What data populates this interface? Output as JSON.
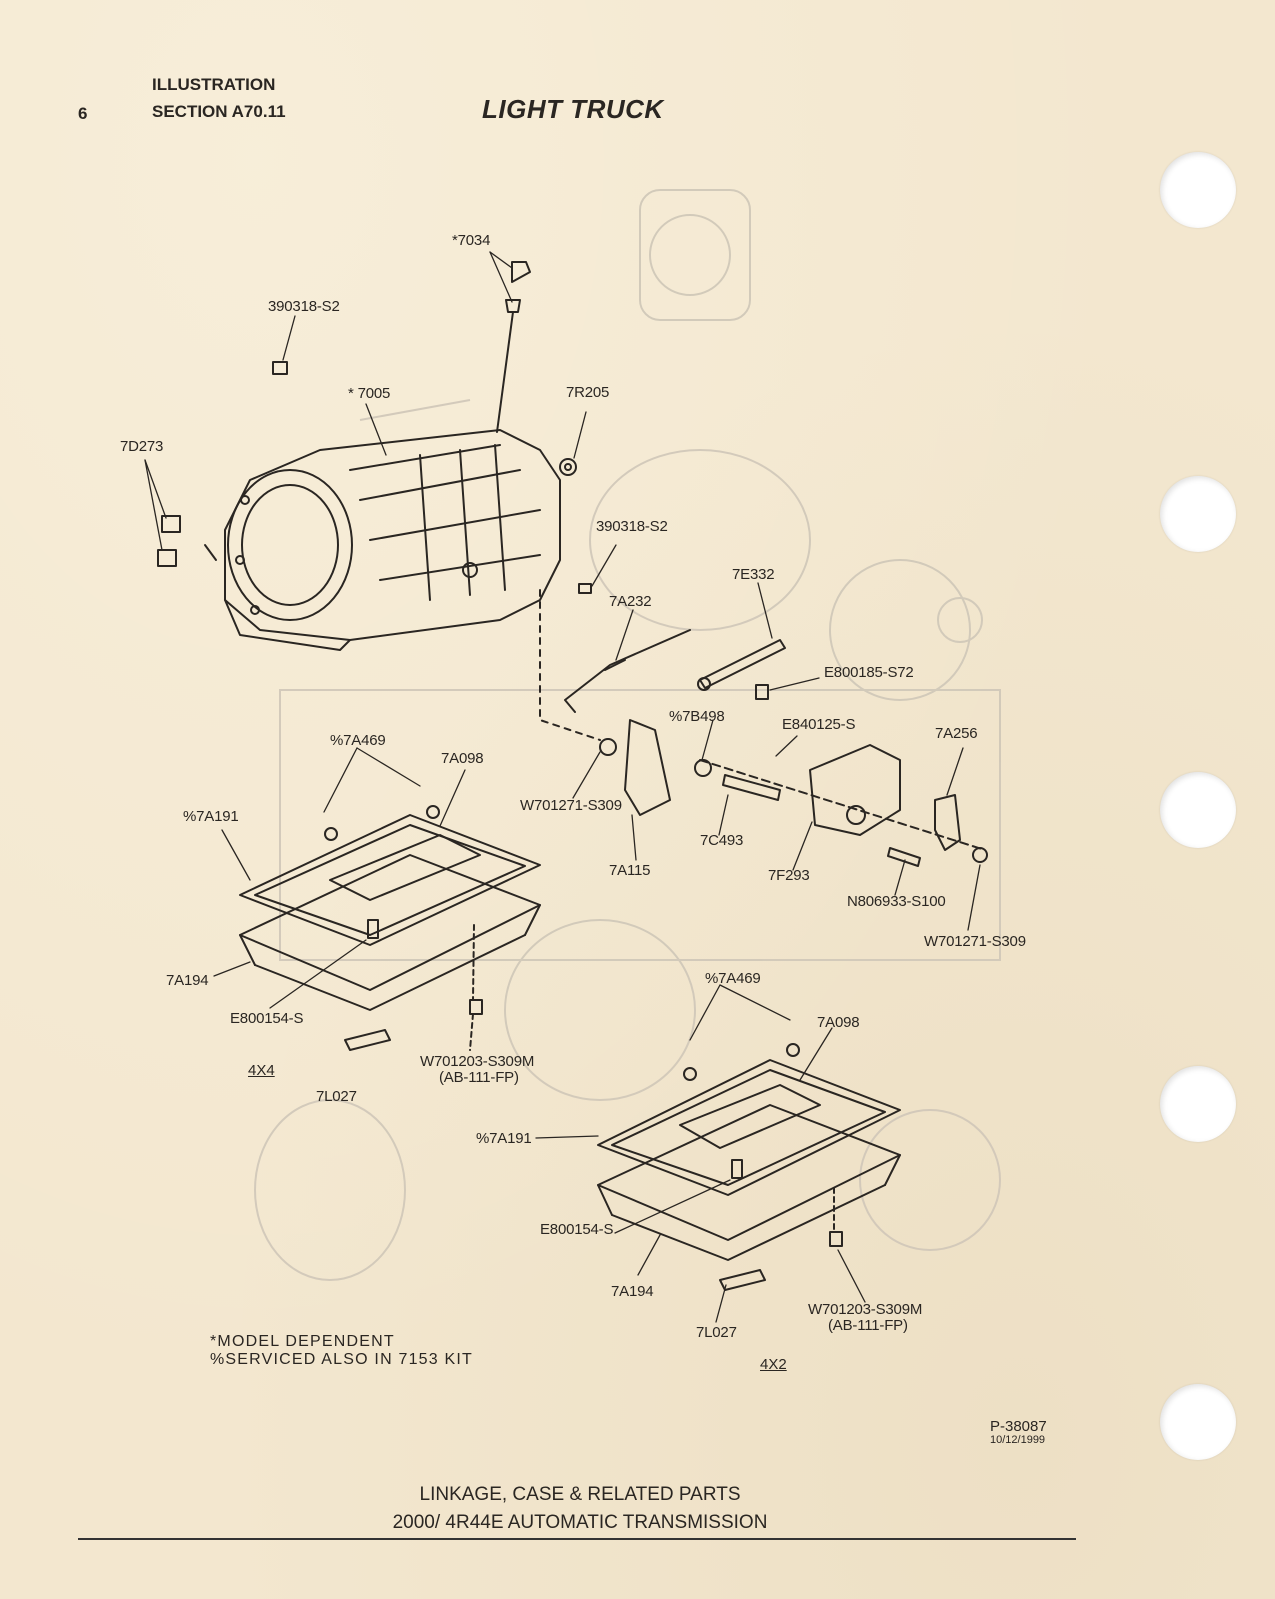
{
  "header": {
    "page_number": "6",
    "section_label": "ILLUSTRATION",
    "section_number": "SECTION A70.11",
    "title": "LIGHT TRUCK"
  },
  "callouts": {
    "c7034": "*7034",
    "c390318_top": "390318-S2",
    "c7005": "* 7005",
    "c7r205": "7R205",
    "c7d273": "7D273",
    "c390318_mid": "390318-S2",
    "c7e332": "7E332",
    "c7a232": "7A232",
    "ce800185": "E800185-S72",
    "c7b498": "%7B498",
    "ce840125": "E840125-S",
    "c7a256": "7A256",
    "c7a469_4x4": "%7A469",
    "c7a098_4x4": "7A098",
    "cw701271_left": "W701271-S309",
    "c7a191_4x4": "%7A191",
    "c7c493": "7C493",
    "c7a115": "7A115",
    "c7f293": "7F293",
    "cn806933": "N806933-S100",
    "cw701271_right": "W701271-S309",
    "c7a194_4x4": "7A194",
    "ce800154_4x4": "E800154-S",
    "cw701203_4x4": "W701203-S309M",
    "cab111_4x4": "(AB-111-FP)",
    "c7l027_4x4": "7L027",
    "c7a469_4x2": "%7A469",
    "c7a098_4x2": "7A098",
    "c7a191_4x2": "%7A191",
    "ce800154_4x2": "E800154-S",
    "c7a194_4x2": "7A194",
    "c7l027_4x2": "7L027",
    "cw701203_4x2": "W701203-S309M",
    "cab111_4x2": "(AB-111-FP)"
  },
  "variants": {
    "left": "4X4",
    "right": "4X2"
  },
  "notes": {
    "model_dependent": "*MODEL DEPENDENT",
    "serviced_kit": "%SERVICED ALSO IN 7153 KIT"
  },
  "plate": {
    "number": "P-38087",
    "date": "10/12/1999"
  },
  "footer": {
    "line1": "LINKAGE, CASE & RELATED PARTS",
    "line2": "2000/ 4R44E AUTOMATIC TRANSMISSION"
  },
  "colors": {
    "paper": "#f3e7cf",
    "ink": "#2a2622",
    "ghost": "#cfc7b8"
  }
}
